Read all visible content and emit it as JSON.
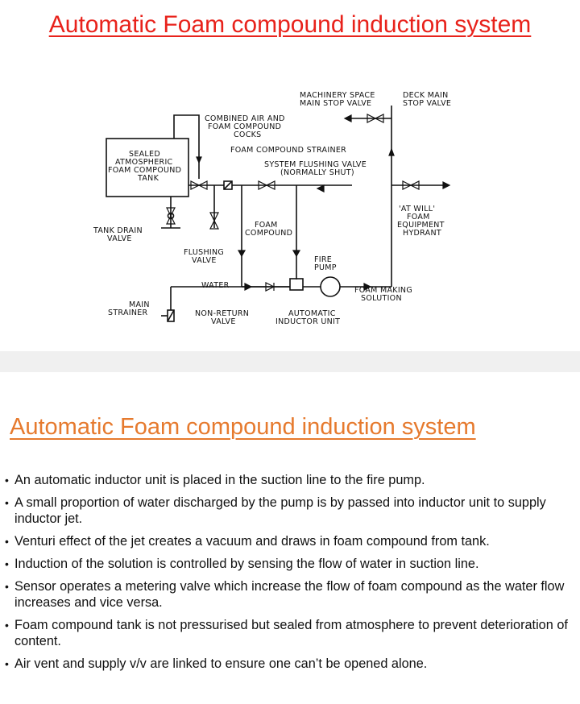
{
  "slide1": {
    "title": "Automatic Foam compound induction system",
    "diagram": {
      "machinery_space_stop_valve": [
        "MACHINERY SPACE",
        "MAIN STOP VALVE"
      ],
      "deck_main_stop_valve": [
        "DECK MAIN",
        "STOP VALVE"
      ],
      "combined_cocks": [
        "COMBINED AIR AND",
        "FOAM COMPOUND",
        "COCKS"
      ],
      "tank": [
        "SEALED",
        "ATMOSPHERIC",
        "FOAM COMPOUND",
        "TANK"
      ],
      "strainer": "FOAM COMPOUND STRAINER",
      "flushing_valve_system": [
        "SYSTEM FLUSHING VALVE",
        "(NORMALLY SHUT)"
      ],
      "hydrant": [
        "'AT WILL'",
        "FOAM",
        "EQUIPMENT",
        "HYDRANT"
      ],
      "tank_drain": [
        "TANK DRAIN",
        "VALVE"
      ],
      "foam_compound": [
        "FOAM",
        "COMPOUND"
      ],
      "flushing_valve": [
        "FLUSHING",
        "VALVE"
      ],
      "fire_pump": [
        "FIRE",
        "PUMP"
      ],
      "water": "WATER",
      "foam_solution": [
        "FOAM MAKING",
        "SOLUTION"
      ],
      "main_strainer": [
        "MAIN",
        "STRAINER"
      ],
      "non_return": [
        "NON-RETURN",
        "VALVE"
      ],
      "inductor": [
        "AUTOMATIC",
        "INDUCTOR UNIT"
      ]
    }
  },
  "slide2": {
    "title": "Automatic Foam compound induction system",
    "bullet_glyph": "•",
    "bullets": [
      " An automatic inductor unit is placed in the suction line to the fire pump.",
      "A small proportion of water discharged by the pump is by passed into inductor unit to supply inductor jet.",
      "Venturi effect of the jet creates a vacuum and draws in foam compound  from tank.",
      "Induction of the solution is controlled by sensing the flow of water in suction line.",
      " Sensor operates a metering valve which increase the flow of foam compound as the water flow increases and vice versa.",
      "Foam compound tank is not pressurised but sealed from atmosphere to prevent deterioration of content.",
      "Air vent and supply v/v are linked  to ensure one can’t be opened alone."
    ]
  },
  "colors": {
    "title1": "#e8221b",
    "title2": "#e67a2e",
    "separator": "#f0f0f0"
  }
}
